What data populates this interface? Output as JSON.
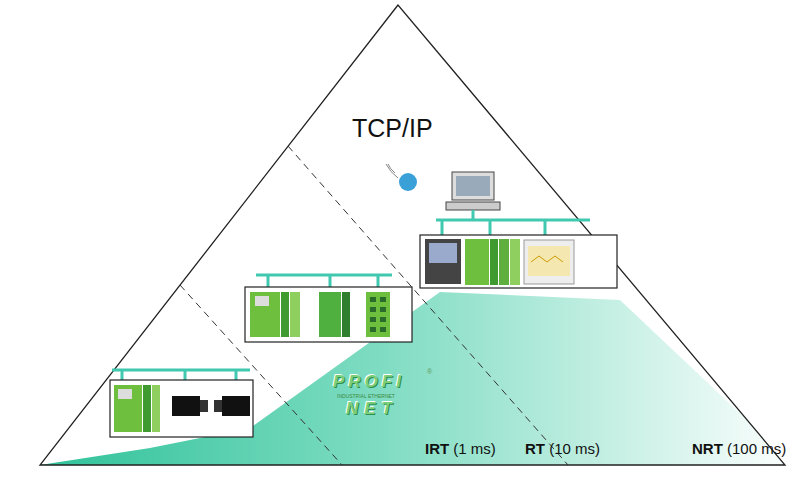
{
  "diagram": {
    "labels": [
      "TCP/IP",
      "PROFI",
      "®",
      "INDUSTRIAL ETHERNET",
      "NET",
      "IRT (1 ms)",
      "RT (10 ms)",
      "NRT (100 ms)"
    ]
  }
}
